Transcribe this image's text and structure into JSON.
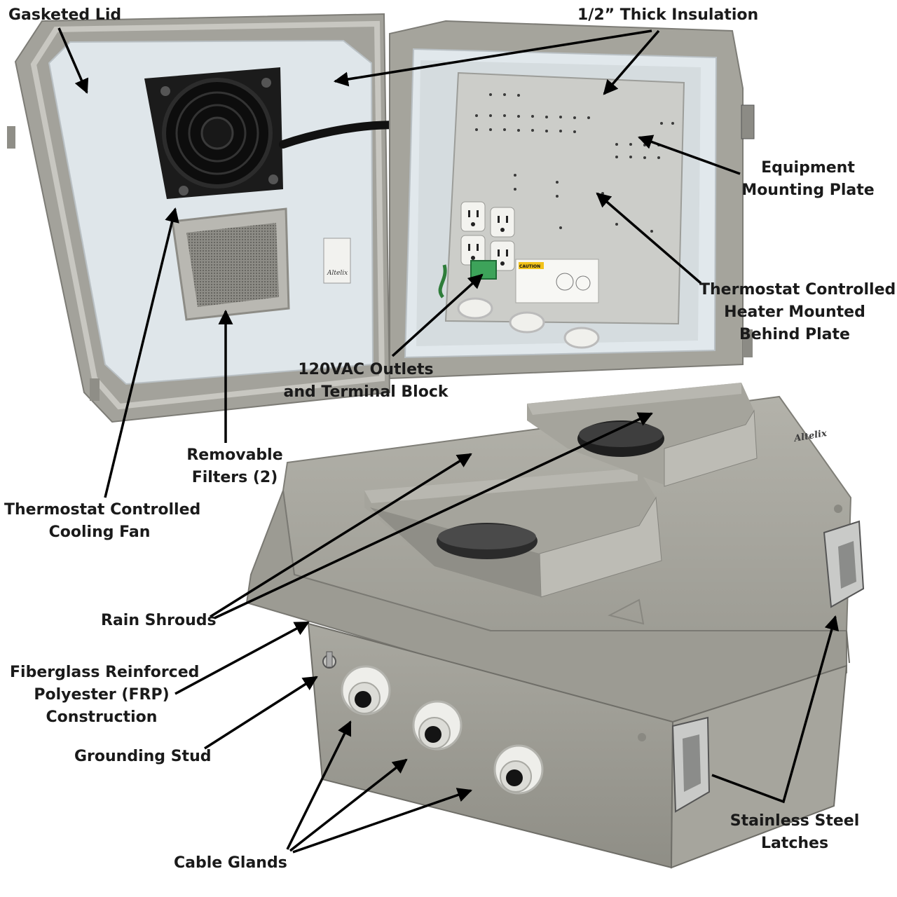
{
  "labels": {
    "gasketed_lid": "Gasketed Lid",
    "insulation": "1/2” Thick Insulation",
    "mounting_plate": [
      "Equipment",
      "Mounting Plate"
    ],
    "heater": [
      "Thermostat Controlled",
      "Heater Mounted",
      "Behind Plate"
    ],
    "outlets": [
      "120VAC Outlets",
      "and Terminal Block"
    ],
    "filters": [
      "Removable",
      "Filters (2)"
    ],
    "cooling_fan": [
      "Thermostat Controlled",
      "Cooling Fan"
    ],
    "rain_shrouds": "Rain Shrouds",
    "frp": [
      "Fiberglass Reinforced",
      "Polyester (FRP)",
      "Construction"
    ],
    "grounding_stud": "Grounding Stud",
    "cable_glands": "Cable Glands",
    "latches": [
      "Stainless Steel",
      "Latches"
    ]
  },
  "product_marks": {
    "brand": "Altelix",
    "lid_brand": "Altelix",
    "caution": "CAUTION"
  },
  "colors": {
    "enclosure_gray": "#a4a39b",
    "insulation_white": "#e3eaee",
    "plate_gray": "#cfd0cc",
    "fan_black": "#141414",
    "arrow_black": "#000000"
  }
}
